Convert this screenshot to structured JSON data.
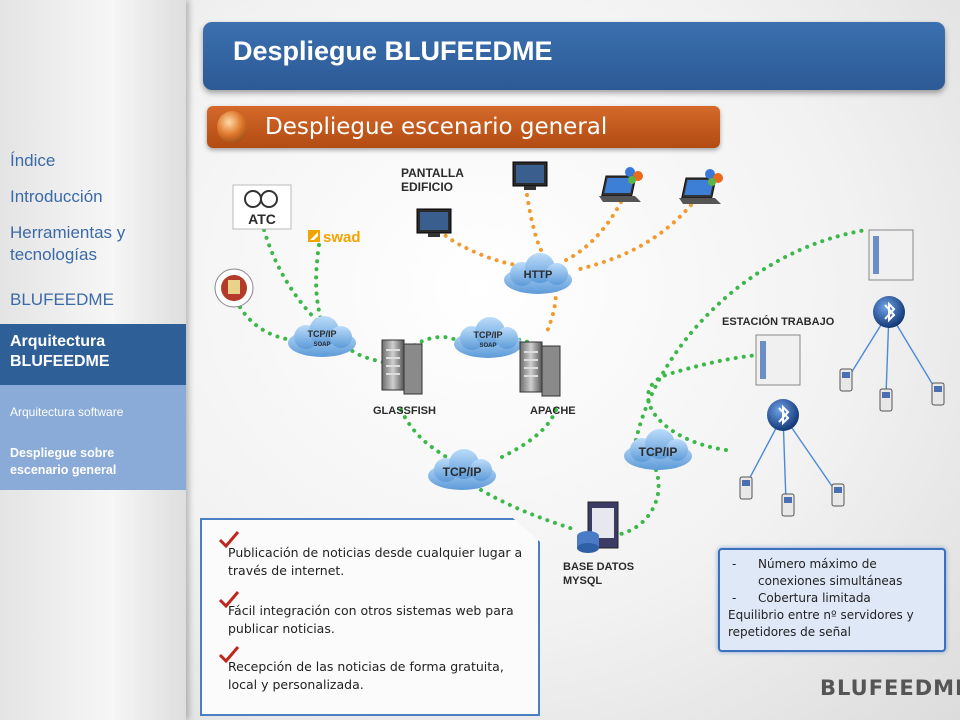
{
  "sidebar": {
    "items": [
      "Índice",
      "Introducción",
      "Herramientas y tecnologías",
      "BLUFEEDME"
    ],
    "active": "Arquitectura BLUFEEDME",
    "sub_items": [
      "Arquitectura software",
      "Despliegue sobre escenario general"
    ]
  },
  "title": "Despliegue BLUFEEDME",
  "subtitle": "Despliegue escenario general",
  "diagram": {
    "labels": {
      "pantalla": [
        "PANTALLA",
        "EDIFICIO"
      ],
      "http": "HTTP",
      "tcpip_soap_1": [
        "TCP/IP",
        "SOAP"
      ],
      "tcpip_soap_2": [
        "TCP/IP",
        "SOAP"
      ],
      "glassfish": "GLASSFISH",
      "apache": "APACHE",
      "tcpip_1": "TCP/IP",
      "tcpip_2": "TCP/IP",
      "estacion": "ESTACIÓN TRABAJO",
      "bd": [
        "BASE DATOS",
        "MYSQL"
      ],
      "atc": "ATC",
      "swad": "swad"
    },
    "colors": {
      "green_link": "#3cb84a",
      "orange_link": "#f29a2e",
      "cloud": "#7bb2e8"
    }
  },
  "advantages": [
    "Publicación de noticias desde cualquier lugar a través de  internet.",
    "Fácil integración con otros sistemas web para publicar noticias.",
    "Recepción de las noticias de forma gratuita, local y personalizada."
  ],
  "limitations": {
    "items": [
      "Número máximo de conexiones simultáneas",
      "Cobertura limitada"
    ],
    "footer": "Equilibrio entre nº servidores y repetidores de señal"
  },
  "brand": "BLUFEEDME"
}
